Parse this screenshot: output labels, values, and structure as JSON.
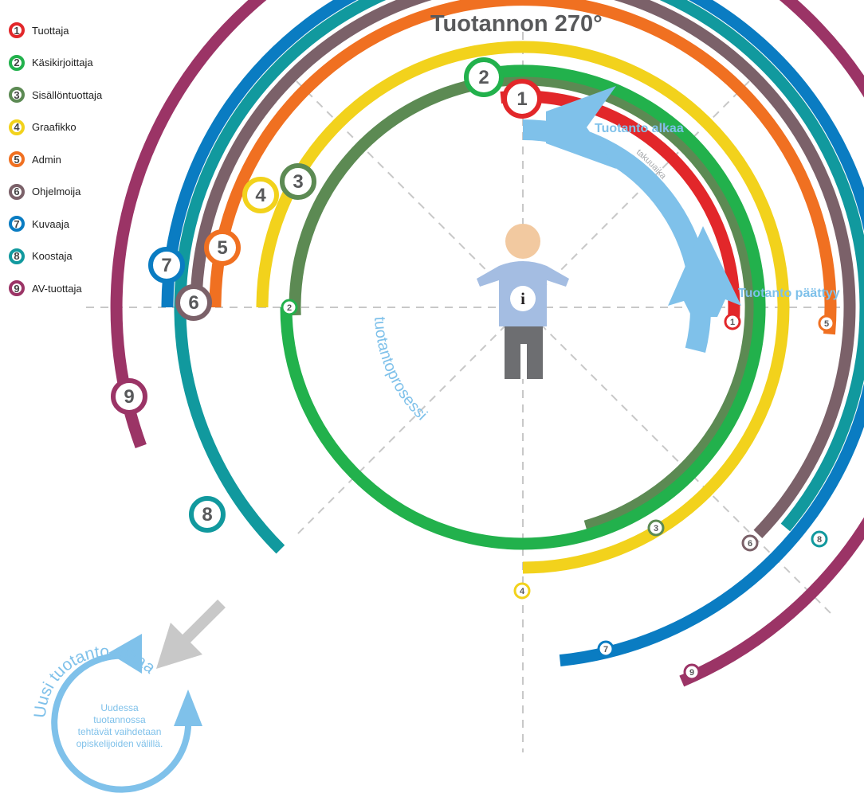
{
  "title": "Tuotannon 270°",
  "colors": {
    "lightblue": "#7fc1ea",
    "gray_guides": "#c8c8c8",
    "badge_text": "#58595b"
  },
  "roles": [
    {
      "number": "1",
      "label": "Tuottaja",
      "color": "#e2272a"
    },
    {
      "number": "2",
      "label": "Käsikirjoittaja",
      "color": "#22b14c"
    },
    {
      "number": "3",
      "label": "Sisällöntuottaja",
      "color": "#5c8a53"
    },
    {
      "number": "4",
      "label": "Graafikko",
      "color": "#f2d21c"
    },
    {
      "number": "5",
      "label": "Admin",
      "color": "#f07021"
    },
    {
      "number": "6",
      "label": "Ohjelmoija",
      "color": "#7b6169"
    },
    {
      "number": "7",
      "label": "Kuvaaja",
      "color": "#0a7cc2"
    },
    {
      "number": "8",
      "label": "Koostaja",
      "color": "#11999e"
    },
    {
      "number": "9",
      "label": "AV-tuottaja",
      "color": "#9b3466"
    }
  ],
  "process": {
    "start_label": "Tuotanto alkaa",
    "end_label": "Tuotanto päättyy",
    "guarantee_label": "takuuaika",
    "process_label": "tuotantoprosessi",
    "info_icon_text": "i"
  },
  "new_cycle": {
    "heading": "Uusi tuotanto alkaa",
    "text_lines": [
      "Uudessa",
      "tuotannossa",
      "tehtävät vaihdetaan",
      "opiskelijoiden välillä."
    ]
  }
}
